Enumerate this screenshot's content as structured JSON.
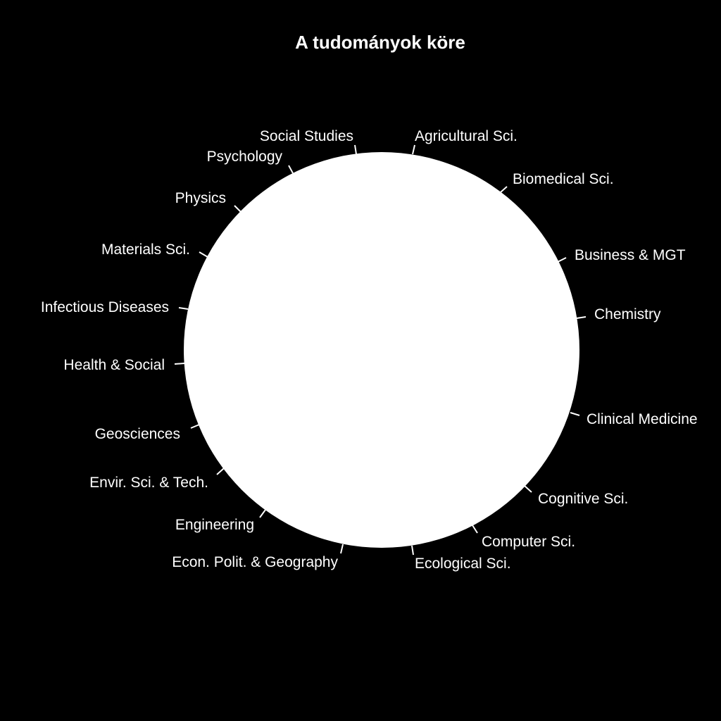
{
  "title": "A tudományok köre",
  "colors": {
    "background": "#000000",
    "circle": "#ffffff",
    "text": "#ffffff"
  },
  "sectors": [
    "Agricultural Sci.",
    "Biomedical Sci.",
    "Business & MGT",
    "Chemistry",
    "Clinical Medicine",
    "Cognitive Sci.",
    "Computer Sci.",
    "Ecological Sci.",
    "Econ. Polit. & Geography",
    "Engineering",
    "Envir. Sci. & Tech.",
    "Geosciences",
    "Health & Social",
    "Infectious Diseases",
    "Materials Sci.",
    "Physics",
    "Psychology",
    "Social Studies"
  ]
}
